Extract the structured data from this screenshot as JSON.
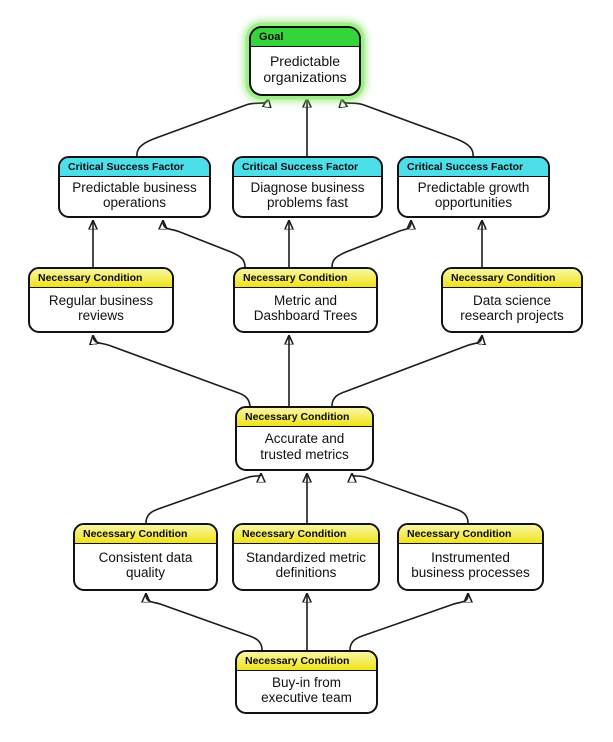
{
  "diagram": {
    "type": "goal-tree",
    "colors": {
      "goal_header": "#35d43a",
      "goal_glow": "#9fee86",
      "csf_header": "#4cdfe9",
      "nc_header_top": "#f9f6a6",
      "nc_header_bottom": "#f0e318",
      "border": "#121212",
      "arrow": "#1c1c1c",
      "background": "#ffffff"
    },
    "nodes": [
      {
        "id": "goal",
        "badge": "Goal",
        "label": "Predictable\norganizations",
        "kind": "goal"
      },
      {
        "id": "csf-operations",
        "badge": "Critical Success Factor",
        "label": "Predictable business\noperations",
        "kind": "csf"
      },
      {
        "id": "csf-diagnose",
        "badge": "Critical Success Factor",
        "label": "Diagnose business\nproblems fast",
        "kind": "csf"
      },
      {
        "id": "csf-growth",
        "badge": "Critical Success Factor",
        "label": "Predictable growth\nopportunities",
        "kind": "csf"
      },
      {
        "id": "nc-reviews",
        "badge": "Necessary Condition",
        "label": "Regular business\nreviews",
        "kind": "nc"
      },
      {
        "id": "nc-trees",
        "badge": "Necessary Condition",
        "label": "Metric and\nDashboard Trees",
        "kind": "nc"
      },
      {
        "id": "nc-research",
        "badge": "Necessary Condition",
        "label": "Data science\nresearch projects",
        "kind": "nc"
      },
      {
        "id": "nc-metrics",
        "badge": "Necessary Condition",
        "label": "Accurate and\ntrusted metrics",
        "kind": "nc"
      },
      {
        "id": "nc-quality",
        "badge": "Necessary Condition",
        "label": "Consistent data\nquality",
        "kind": "nc"
      },
      {
        "id": "nc-definitions",
        "badge": "Necessary Condition",
        "label": "Standardized metric\ndefinitions",
        "kind": "nc"
      },
      {
        "id": "nc-processes",
        "badge": "Necessary Condition",
        "label": "Instrumented\nbusiness processes",
        "kind": "nc"
      },
      {
        "id": "nc-buyin",
        "badge": "Necessary Condition",
        "label": "Buy-in from\nexecutive team",
        "kind": "nc"
      }
    ],
    "edges": [
      {
        "from": "csf-operations",
        "to": "goal"
      },
      {
        "from": "csf-diagnose",
        "to": "goal"
      },
      {
        "from": "csf-growth",
        "to": "goal"
      },
      {
        "from": "nc-reviews",
        "to": "csf-operations"
      },
      {
        "from": "nc-trees",
        "to": "csf-operations"
      },
      {
        "from": "nc-trees",
        "to": "csf-diagnose"
      },
      {
        "from": "nc-trees",
        "to": "csf-growth"
      },
      {
        "from": "nc-research",
        "to": "csf-growth"
      },
      {
        "from": "nc-metrics",
        "to": "nc-reviews"
      },
      {
        "from": "nc-metrics",
        "to": "nc-trees"
      },
      {
        "from": "nc-metrics",
        "to": "nc-research"
      },
      {
        "from": "nc-quality",
        "to": "nc-metrics"
      },
      {
        "from": "nc-definitions",
        "to": "nc-metrics"
      },
      {
        "from": "nc-processes",
        "to": "nc-metrics"
      },
      {
        "from": "nc-buyin",
        "to": "nc-quality"
      },
      {
        "from": "nc-buyin",
        "to": "nc-definitions"
      },
      {
        "from": "nc-buyin",
        "to": "nc-processes"
      }
    ]
  }
}
